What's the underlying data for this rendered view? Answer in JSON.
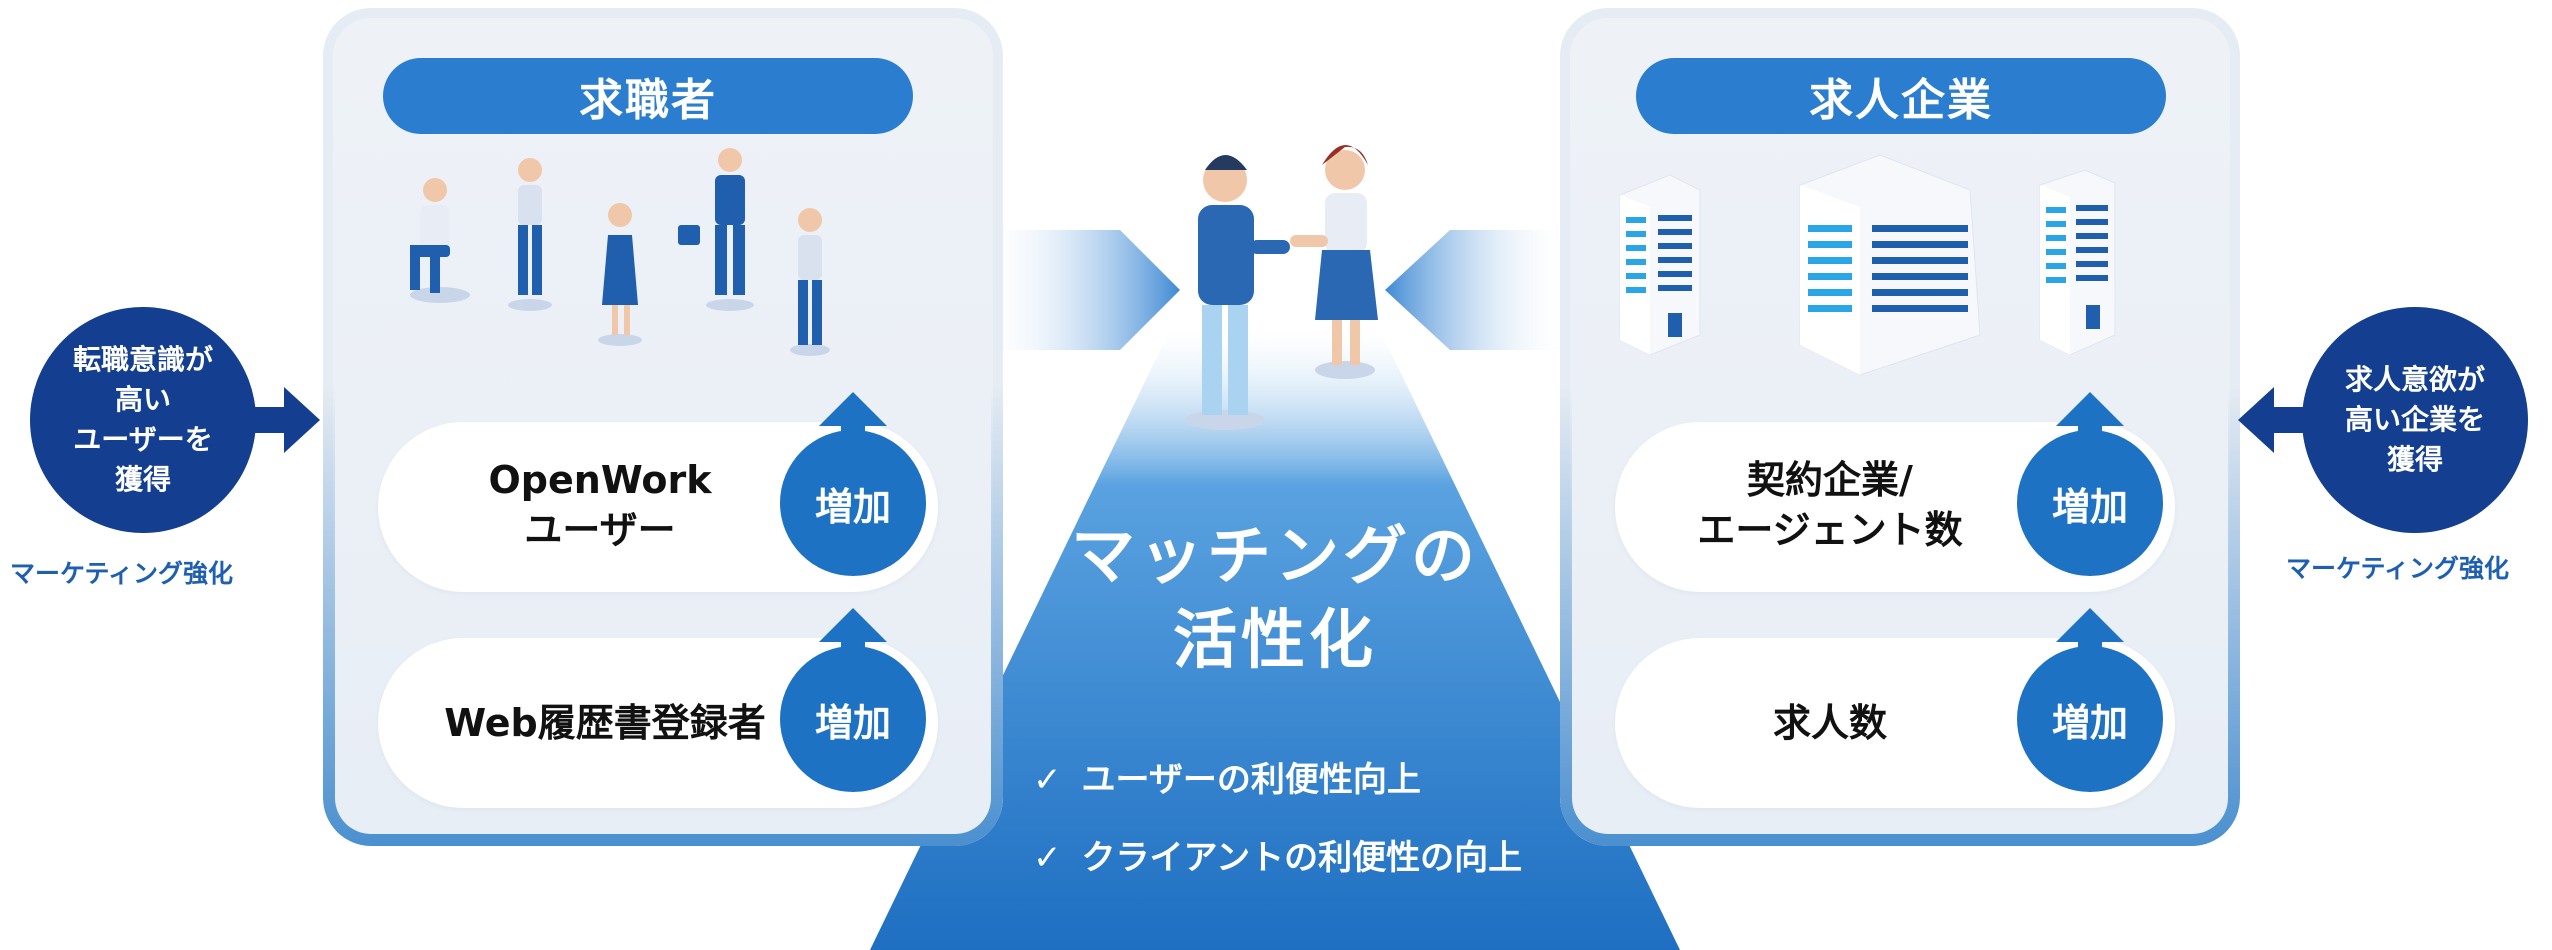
{
  "left_panel": {
    "title": "求職者",
    "rows": [
      {
        "label": "OpenWork\nユーザー",
        "badge": "増加"
      },
      {
        "label": "Web履歴書登録者",
        "badge": "増加"
      }
    ]
  },
  "right_panel": {
    "title": "求人企業",
    "rows": [
      {
        "label": "契約企業/\nエージェント数",
        "badge": "増加"
      },
      {
        "label": "求人数",
        "badge": "増加"
      }
    ]
  },
  "left_circle": {
    "text": "転職意識が\n高い\nユーザーを\n獲得",
    "caption": "マーケティング強化"
  },
  "right_circle": {
    "text": "求人意欲が\n高い企業を\n獲得",
    "caption": "マーケティング強化"
  },
  "center": {
    "title": "マッチングの\n活性化",
    "checks": [
      "ユーザーの利便性向上",
      "クライアントの利便性の向上"
    ]
  },
  "colors": {
    "primary": "#1e72c4",
    "title_pill": "#2a7dcf",
    "dark": "#143f91",
    "panel_bg": "#eef2f7"
  }
}
